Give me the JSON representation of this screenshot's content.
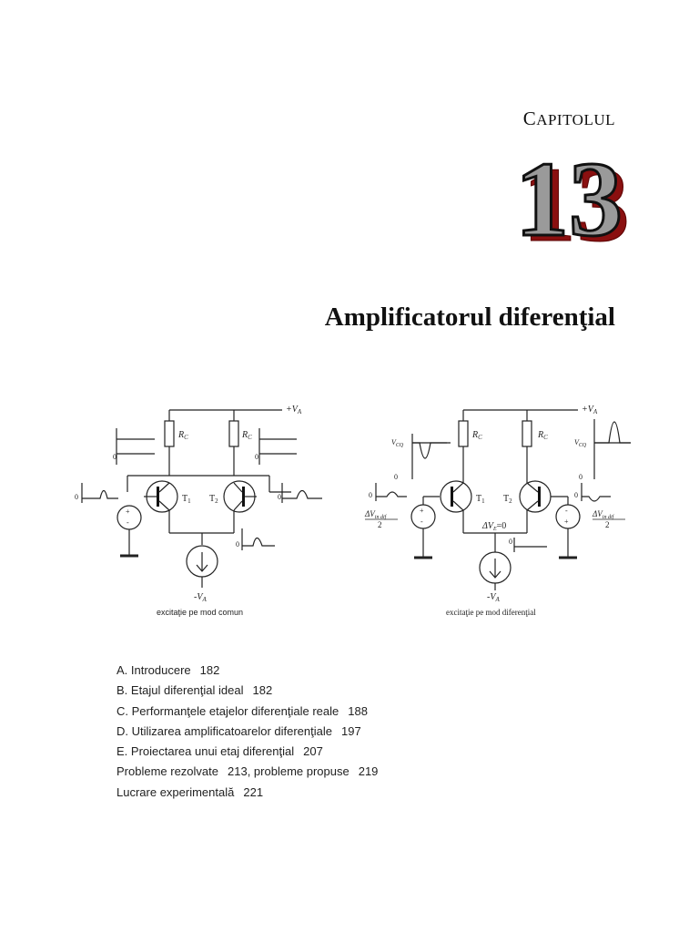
{
  "chapter": {
    "label_first": "C",
    "label_rest": "APITOLUL",
    "number": "13",
    "title": "Amplificatorul diferenţial"
  },
  "figures": {
    "left": {
      "caption": "excitaţie pe mod comun",
      "supply_pos": "+V",
      "supply_neg": "-V",
      "supply_sub": "A",
      "rc": "R",
      "rc_sub": "C",
      "t1": "T",
      "t1_sub": "1",
      "t2": "T",
      "t2_sub": "2",
      "zero": "0"
    },
    "right": {
      "caption": "excitaţie pe mod diferenţial",
      "supply_pos": "+V",
      "supply_neg": "-V",
      "supply_sub": "A",
      "rc": "R",
      "rc_sub": "C",
      "t1": "T",
      "t1_sub": "1",
      "t2": "T",
      "t2_sub": "2",
      "zero": "0",
      "vcq": "V",
      "vcq_sub": "CQ",
      "dv_in": "ΔV",
      "dv_in_sub": "in dif",
      "half": "2",
      "dve": "ΔV",
      "dve_sub": "E",
      "dve_val": "=0"
    }
  },
  "toc": [
    {
      "label": "A. Introducere",
      "page": "182"
    },
    {
      "label": "B. Etajul diferenţial ideal",
      "page": "182"
    },
    {
      "label": "C. Performanţele etajelor diferenţiale reale",
      "page": "188"
    },
    {
      "label": "D. Utilizarea amplificatoarelor diferenţiale",
      "page": "197"
    },
    {
      "label": "E. Proiectarea unui etaj diferenţial",
      "page": "207"
    },
    {
      "label": "Probleme rezolvate",
      "page": "213",
      "extra_label": ", probleme propuse",
      "extra_page": "219"
    },
    {
      "label": "Lucrare experimentală",
      "page": "221"
    }
  ]
}
